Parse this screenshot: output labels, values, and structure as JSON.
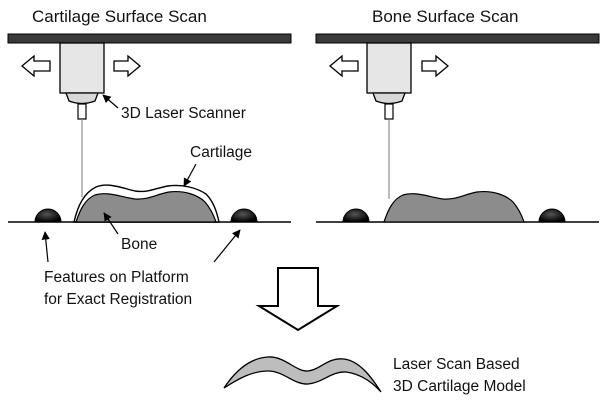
{
  "panels": {
    "left_title": "Cartilage Surface Scan",
    "right_title": "Bone Surface Scan"
  },
  "labels": {
    "scanner": "3D Laser Scanner",
    "cartilage": "Cartilage",
    "bone": "Bone",
    "features_line1": "Features on Platform",
    "features_line2": "for Exact Registration",
    "result_line1": "Laser Scan Based",
    "result_line2": "3D Cartilage Model"
  },
  "colors": {
    "rail": "#3a3a3a",
    "scanner_body": "#e6e6e6",
    "bone": "#8c8c8c",
    "cartilage": "#ffffff",
    "marker": "#111111",
    "model": "#bdbdbd"
  }
}
